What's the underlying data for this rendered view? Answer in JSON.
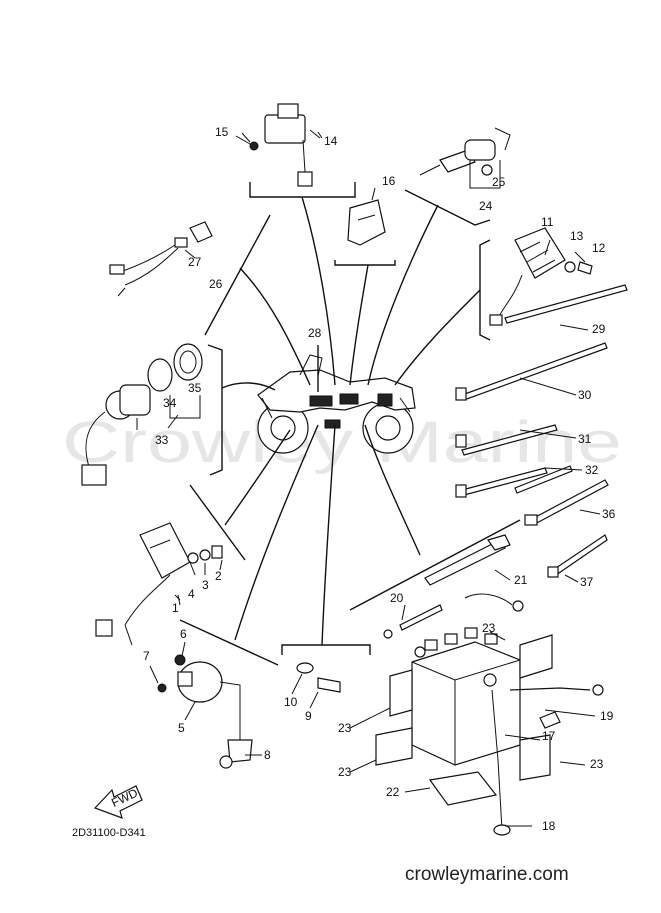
{
  "watermark": "Crowley Marine",
  "footer_url": "crowleymarine.com",
  "diagram_code": "2D31100-D341",
  "fwd_label": "FWD",
  "callouts": [
    "1",
    "2",
    "3",
    "4",
    "5",
    "6",
    "7",
    "8",
    "9",
    "10",
    "11",
    "12",
    "13",
    "14",
    "15",
    "16",
    "17",
    "18",
    "19",
    "20",
    "21",
    "22",
    "23",
    "23",
    "23",
    "23",
    "24",
    "25",
    "26",
    "27",
    "28",
    "29",
    "30",
    "31",
    "32",
    "33",
    "34",
    "35",
    "36",
    "37"
  ]
}
